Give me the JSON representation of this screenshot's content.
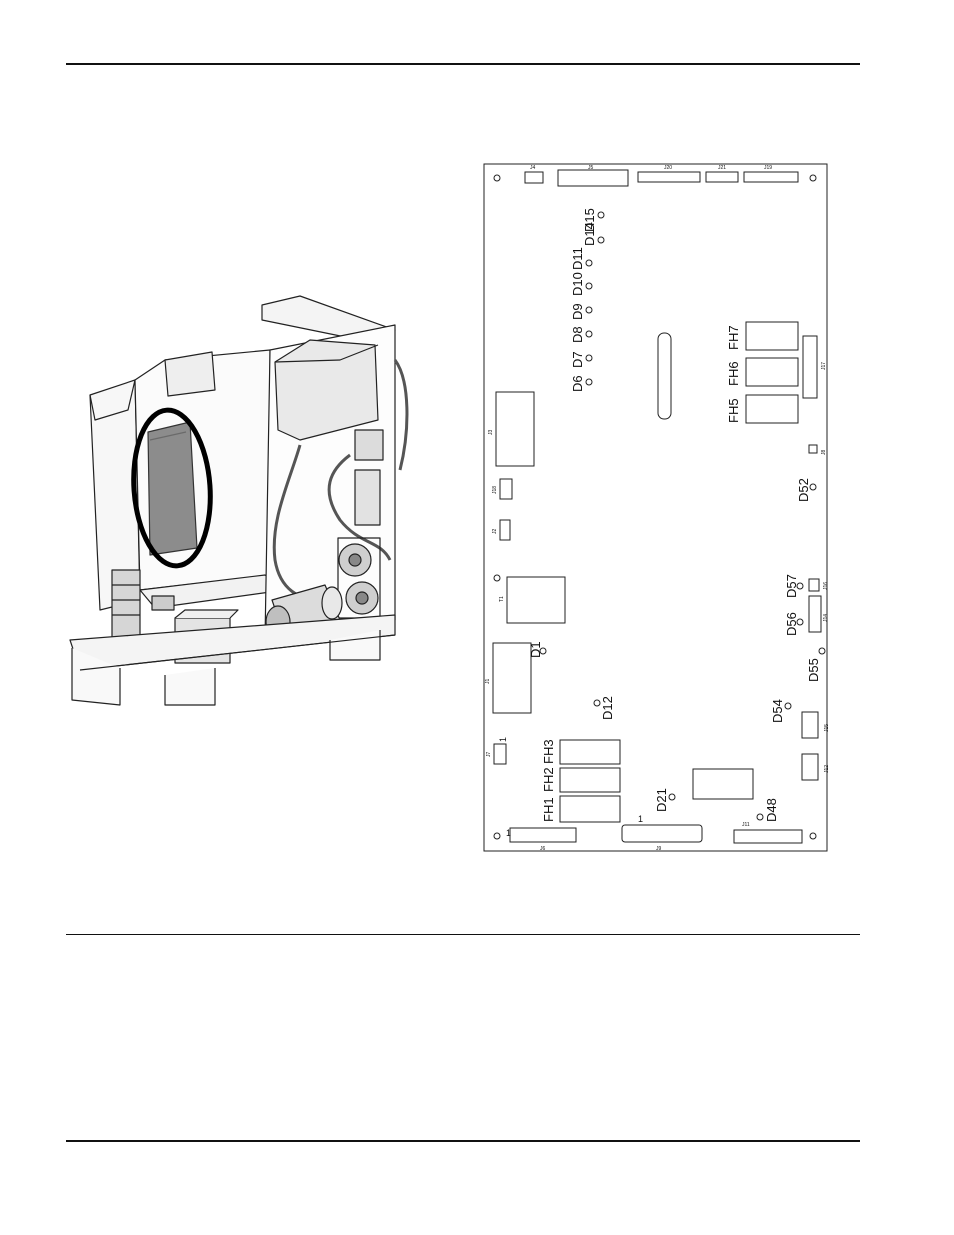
{
  "figures": {
    "cabinet": {
      "highlight_color": "#000000"
    },
    "pcb": {
      "connectors_top": [
        "J4",
        "J5",
        "J20",
        "J21",
        "J19"
      ],
      "connectors_left": [
        "J3",
        "J18",
        "J2",
        "J1",
        "J7"
      ],
      "connectors_right": [
        "J17",
        "J8",
        "J16",
        "J14",
        "J15",
        "J12"
      ],
      "connectors_bottom": [
        "J6",
        "J9",
        "J11"
      ],
      "diodes": [
        "D15",
        "D14",
        "D11",
        "D10",
        "D9",
        "D8",
        "D7",
        "D6",
        "D52",
        "D57",
        "D56",
        "D55",
        "D1",
        "D12",
        "D54",
        "D21",
        "D48"
      ],
      "fuse_holders": [
        "FH7",
        "FH6",
        "FH5",
        "FH3",
        "FH2",
        "FH1"
      ],
      "transformer": "T1",
      "pin_marks": [
        "1",
        "1",
        "1"
      ]
    }
  }
}
